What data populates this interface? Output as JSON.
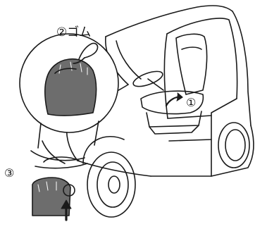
{
  "labels": {
    "callout_1": "①",
    "callout_2": "②ゴム",
    "callout_3": "③"
  },
  "icons": [
    "rubber-band-icon",
    "bag-icon",
    "arrow-up-icon",
    "curved-arrow-icon"
  ],
  "colors": {
    "line": "#1a1a1a",
    "bag_fill": "#6d6d6d",
    "paper": "#ffffff"
  }
}
